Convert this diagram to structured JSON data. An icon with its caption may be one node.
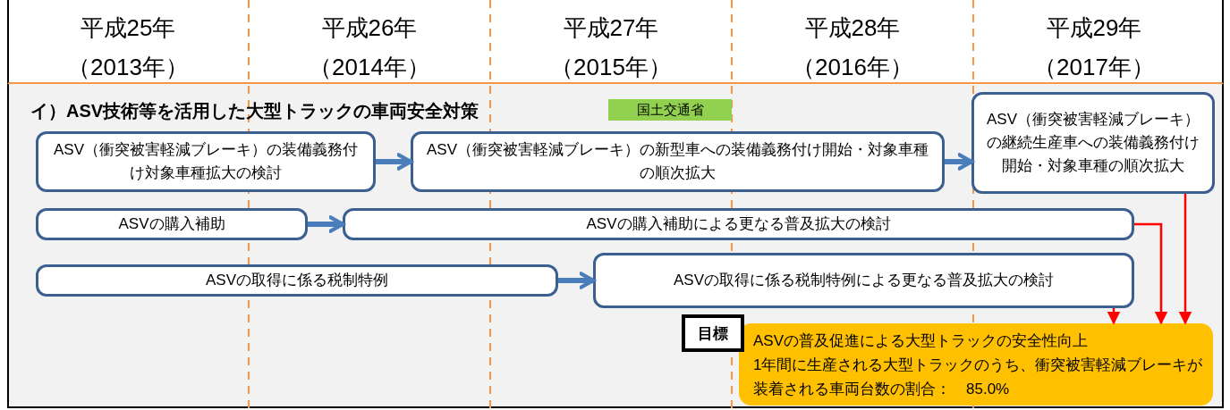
{
  "diagram": {
    "title": "イ）ASV技術等を活用した大型トラックの車両安全対策",
    "nodes": [
      {
        "text": [
          "国土交通省"
        ]
      },
      {
        "text": [
          "ASV（衝突被害軽減ブレーキ）の装備義務付け対象車種拡大の検討"
        ]
      },
      {
        "text": [
          "ASV（衝突被害軽減ブレーキ）の新型車への装備義務付け開始・対象車種の順次拡大"
        ]
      },
      {
        "text": [
          "ASV（衝突被害軽減ブレーキ）の継続生産車への装備義務付け開始・対象車種の順次拡大"
        ]
      },
      {
        "text": [
          "ASVの購入補助"
        ]
      },
      {
        "text": [
          "ASVの購入補助による更なる普及拡大の検討"
        ]
      },
      {
        "text": [
          "ASVの取得に係る税制特例"
        ]
      },
      {
        "text": [
          "ASVの取得に係る税制特例による更なる普及拡大の検討"
        ]
      },
      {
        "text": [
          "目標"
        ]
      },
      {
        "text": [
          "ASVの普及促進による大型トラックの安全性向上",
          "1年間に生産される大型トラックのうち、衝突被害軽減ブレーキが装着される車両台数の割合：　85.0%"
        ]
      }
    ],
    "edges": [
      {
        "from": 1,
        "to": 2,
        "arrow": "to"
      },
      {
        "from": 2,
        "to": 3,
        "arrow": "to"
      },
      {
        "from": 4,
        "to": 5,
        "arrow": "to"
      },
      {
        "from": 6,
        "to": 7,
        "arrow": "to"
      },
      {
        "from": 3,
        "to": 9,
        "arrow": "to",
        "color": "#ff0000"
      },
      {
        "from": 5,
        "to": 9,
        "arrow": "to",
        "color": "#ff0000"
      },
      {
        "from": 7,
        "to": 9,
        "arrow": "to",
        "color": "#ff0000"
      }
    ],
    "labels": [
      "平成25年",
      "（2013年）",
      "平成26年",
      "（2014年）",
      "平成27年",
      "（2015年）",
      "平成28年",
      "（2016年）",
      "平成29年",
      "（2017年）"
    ]
  }
}
